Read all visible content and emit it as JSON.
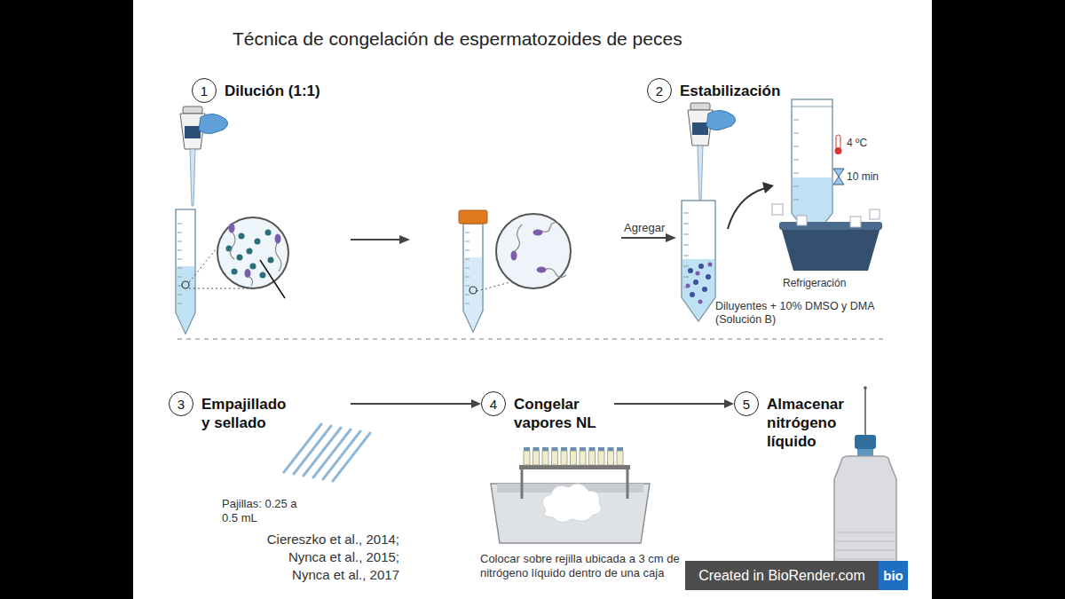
{
  "diagram": {
    "title": "Técnica de congelación de espermatozoides de peces",
    "nodes": [
      {
        "text": [
          "1",
          "Dilución (1:1)"
        ]
      },
      {
        "text": [
          "2",
          "Estabilización"
        ]
      },
      {
        "text": [
          "3",
          "Empajillado y sellado"
        ]
      },
      {
        "text": [
          "4",
          "Congelar vapores NL"
        ]
      },
      {
        "text": [
          "5",
          "Almacenar nitrógeno líquido"
        ]
      }
    ],
    "edges": [
      {
        "from": 2,
        "to": 3,
        "arrow": "to"
      },
      {
        "from": 3,
        "to": 4,
        "arrow": "to"
      }
    ],
    "labels": [
      "Agregar",
      "4 ºC",
      "10 min",
      "Refrigeración",
      "Diluyentes + 10% DMSO y DMA (Solución B)",
      "Pajillas: 0.25 a 0.5 mL",
      "Ciereszko et al., 2014; Nynca et al., 2015; Nynca et al., 2017",
      "Colocar sobre rejilla ubicada a 3 cm de nitrógeno líquido dentro de una caja",
      "Created in BioRender.com",
      "bio"
    ]
  }
}
